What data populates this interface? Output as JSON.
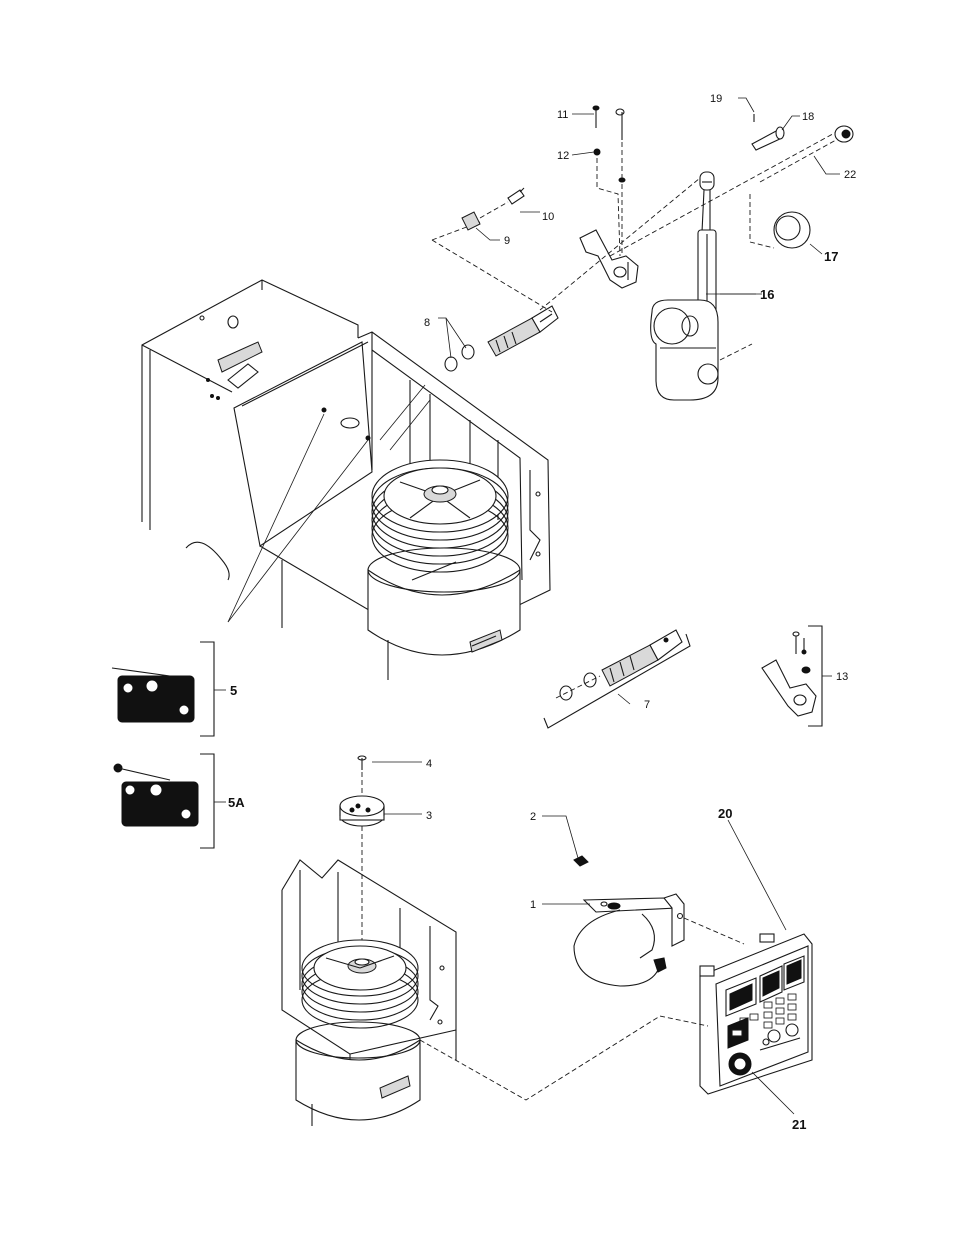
{
  "callouts": {
    "c1": "1",
    "c2": "2",
    "c3": "3",
    "c4": "4",
    "c5": "5",
    "c5a": "5A",
    "c7": "7",
    "c8": "8",
    "c9": "9",
    "c10": "10",
    "c11": "11",
    "c12": "12",
    "c13": "13",
    "c16": "16",
    "c17": "17",
    "c18": "18",
    "c19": "19",
    "c20": "20",
    "c21": "21",
    "c22": "22"
  }
}
